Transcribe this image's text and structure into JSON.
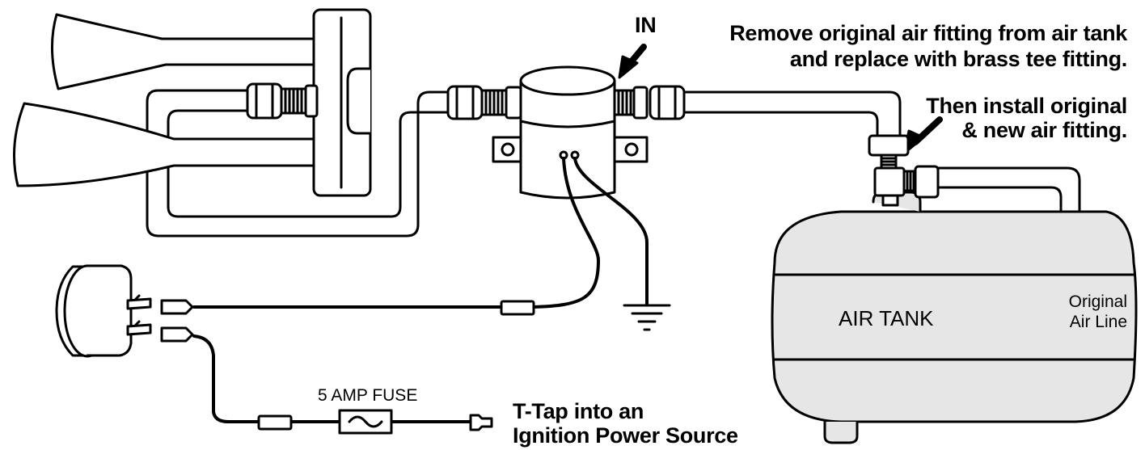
{
  "labels": {
    "inlet": "IN",
    "instruction_1_line1": "Remove original air fitting from air tank",
    "instruction_1_line2": "and replace with brass tee fitting.",
    "instruction_2_line1": "Then install original",
    "instruction_2_line2": "& new air fitting.",
    "tank": "AIR TANK",
    "original_line_1": "Original",
    "original_line_2": "Air Line",
    "fuse": "5 AMP FUSE",
    "power_line1": "T-Tap into an",
    "power_line2": "Ignition Power Source"
  },
  "colors": {
    "line": "#000000",
    "tank_fill": "#e6e6e6",
    "background": "#ffffff"
  },
  "icons": [
    "air-horn-icon",
    "solenoid-valve-icon",
    "toggle-switch-icon",
    "fuse-icon",
    "ground-symbol-icon",
    "brass-tee-fitting-icon",
    "air-tank-icon"
  ]
}
